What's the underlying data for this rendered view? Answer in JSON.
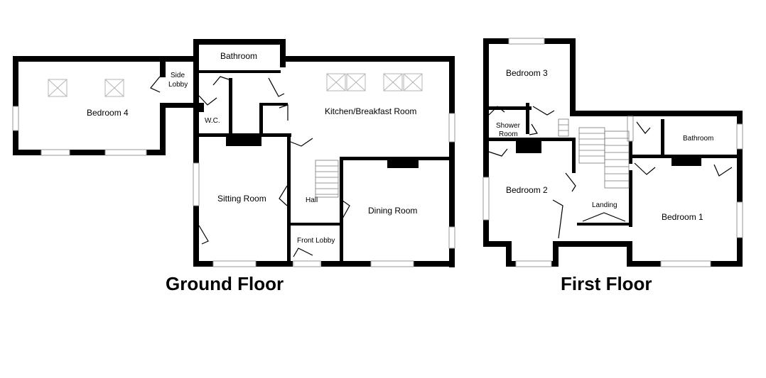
{
  "ground_floor": {
    "title": "Ground Floor",
    "rooms": {
      "bedroom4": "Bedroom 4",
      "side_lobby_1": "Side",
      "side_lobby_2": "Lobby",
      "bathroom": "Bathroom",
      "wc": "W.C.",
      "kitchen": "Kitchen/Breakfast Room",
      "sitting": "Sitting Room",
      "hall": "Hall",
      "front_lobby": "Front Lobby",
      "dining": "Dining Room"
    }
  },
  "first_floor": {
    "title": "First Floor",
    "rooms": {
      "bedroom3": "Bedroom 3",
      "shower_1": "Shower",
      "shower_2": "Room",
      "bedroom2": "Bedroom 2",
      "landing": "Landing",
      "bathroom": "Bathroom",
      "bedroom1": "Bedroom 1"
    }
  }
}
